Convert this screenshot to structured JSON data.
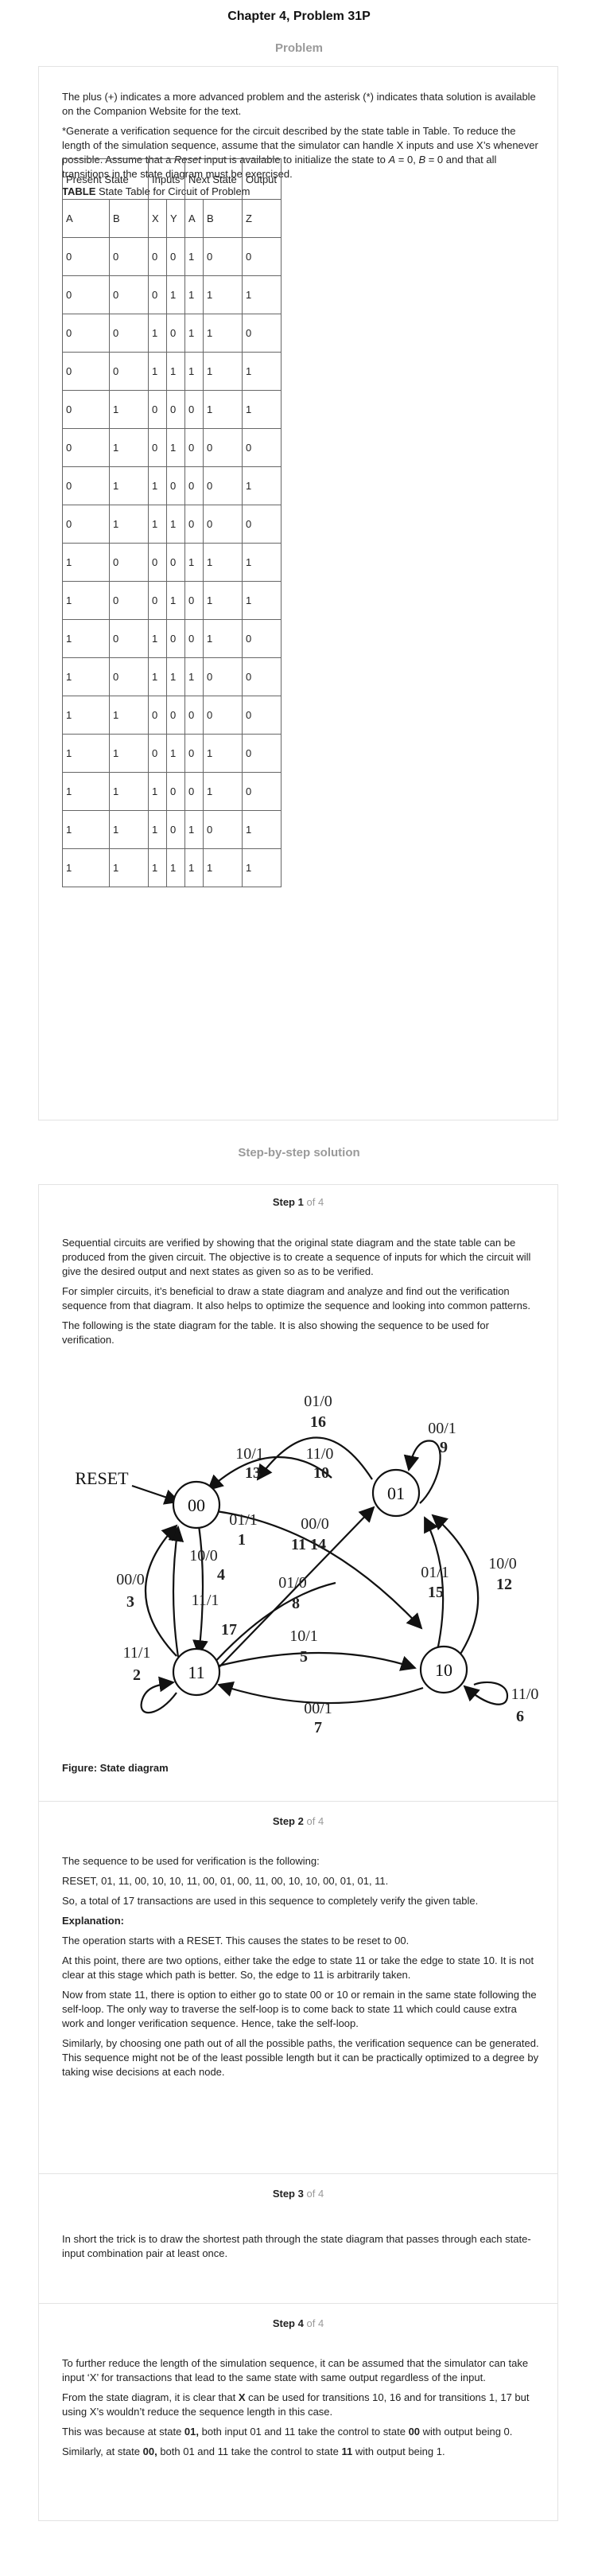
{
  "header": {
    "title": "Chapter 4, Problem 31P",
    "problem_label": "Problem"
  },
  "problem": {
    "intro": "The plus (+) indicates a more advanced problem and the asterisk (*) indicates thata solution is available on the Companion Website for the text.",
    "question_parts": [
      "*Generate a verification sequence for the circuit described by the state table in Table. To reduce the length of the simulation sequence, assume that the simulator can handle X inputs and use X’s whenever possible. Assume that a ",
      "Reset",
      " input is available to initialize the state to ",
      "A",
      " = 0, ",
      "B",
      " = 0 and that all transitions in the state diagram must be exercised."
    ],
    "table_caption_bold": "TABLE",
    "table_caption": " State Table for Circuit of Problem",
    "table_group_headers": [
      "Present State",
      "Inputs",
      "Next State",
      "Output"
    ],
    "table_columns": [
      "A",
      "B",
      "X",
      "Y",
      "A",
      "B",
      "Z"
    ],
    "table_rows": [
      [
        "0",
        "0",
        "0",
        "0",
        "1",
        "0",
        "0"
      ],
      [
        "0",
        "0",
        "0",
        "1",
        "1",
        "1",
        "1"
      ],
      [
        "0",
        "0",
        "1",
        "0",
        "1",
        "1",
        "0"
      ],
      [
        "0",
        "0",
        "1",
        "1",
        "1",
        "1",
        "1"
      ],
      [
        "0",
        "1",
        "0",
        "0",
        "0",
        "1",
        "1"
      ],
      [
        "0",
        "1",
        "0",
        "1",
        "0",
        "0",
        "0"
      ],
      [
        "0",
        "1",
        "1",
        "0",
        "0",
        "0",
        "1"
      ],
      [
        "0",
        "1",
        "1",
        "1",
        "0",
        "0",
        "0"
      ],
      [
        "1",
        "0",
        "0",
        "0",
        "1",
        "1",
        "1"
      ],
      [
        "1",
        "0",
        "0",
        "1",
        "0",
        "1",
        "1"
      ],
      [
        "1",
        "0",
        "1",
        "0",
        "0",
        "1",
        "0"
      ],
      [
        "1",
        "0",
        "1",
        "1",
        "1",
        "0",
        "0"
      ],
      [
        "1",
        "1",
        "0",
        "0",
        "0",
        "0",
        "0"
      ],
      [
        "1",
        "1",
        "0",
        "1",
        "0",
        "1",
        "0"
      ],
      [
        "1",
        "1",
        "1",
        "0",
        "0",
        "1",
        "0"
      ],
      [
        "1",
        "1",
        "1",
        "0",
        "1",
        "0",
        "1"
      ],
      [
        "1",
        "1",
        "1",
        "1",
        "1",
        "1",
        "1"
      ]
    ]
  },
  "solution": {
    "section_title": "Step-by-step solution",
    "step_word": "Step",
    "of_word": "of",
    "total_steps": "4",
    "step1": {
      "number": "1",
      "paragraphs": [
        "Sequential circuits are verified by showing that the original state diagram and the state table can be produced from the given circuit. The objective is to create a sequence of inputs for which the circuit will give the desired output and next states as given so as to be verified.",
        "For simpler circuits, it’s beneficial to draw a state diagram and analyze and find out the verification sequence from that diagram. It also helps to optimize the sequence and looking into common patterns.",
        "The following is the state diagram for the table. It is also showing the sequence to be used for verification."
      ],
      "diagram": {
        "reset_label": "RESET",
        "states": [
          "00",
          "01",
          "10",
          "11"
        ],
        "edge_labels": [
          {
            "io": "01/0",
            "seq": "16"
          },
          {
            "io": "10/1",
            "seq": "13"
          },
          {
            "io": "11/0",
            "seq": "10"
          },
          {
            "io": "00/1",
            "seq": "9"
          },
          {
            "io": "01/1",
            "seq": "1"
          },
          {
            "io": "00/0",
            "seq": "11 14"
          },
          {
            "io": "10/0",
            "seq": "4"
          },
          {
            "io": "01/0",
            "seq": "8"
          },
          {
            "io": "00/0",
            "seq": "3"
          },
          {
            "io": "11/1",
            "seq": "17"
          },
          {
            "io": "10/1",
            "seq": "5"
          },
          {
            "io": "01/1",
            "seq": "15"
          },
          {
            "io": "10/0",
            "seq": "12"
          },
          {
            "io": "11/1",
            "seq": "2"
          },
          {
            "io": "00/1",
            "seq": "7"
          },
          {
            "io": "11/0",
            "seq": "6"
          }
        ],
        "caption": "Figure: State diagram"
      }
    },
    "step2": {
      "number": "2",
      "p1": "The sequence to be used for verification is the following:",
      "p2": "RESET, 01, 11, 00, 10, 10, 11, 00, 01, 00, 11, 00, 10, 10, 00, 01, 01, 11.",
      "p3": "So, a total of 17 transactions are used in this sequence to completely verify the given table.",
      "explanation_label": "Explanation:",
      "p4": "The operation starts with a RESET. This causes the states to be reset to 00.",
      "p5": "At this point, there are two options, either take the edge to state 11 or take the edge to state 10. It is not clear at this stage which path is better. So, the edge to 11 is arbitrarily taken.",
      "p6": "Now from state 11, there is option to either go to state 00 or 10 or remain in the same state following the self-loop. The only way to traverse the self-loop is to come back to state 11 which could cause extra work and longer verification sequence. Hence, take the self-loop.",
      "p7": "Similarly, by choosing one path out of all the possible paths, the verification sequence can be generated. This sequence might not be of the least possible length but it can be practically optimized to a degree by taking wise decisions at each node."
    },
    "step3": {
      "number": "3",
      "p1": "In short the trick is to draw the shortest path through the state diagram that passes through each state-input combination pair at least once."
    },
    "step4": {
      "number": "4",
      "p1": "To further reduce the length of the simulation sequence, it can be assumed that the simulator can take input ‘X’ for transactions that lead to the same state with same output regardless of the input.",
      "p2_a": "From the state diagram, it is clear that ",
      "p2_b": "X",
      "p2_c": " can be used for transitions 10, 16 and for transitions 1, 17 but using X’s wouldn’t reduce the sequence length in this case.",
      "p3_a": "This was because at state ",
      "p3_b": "01,",
      "p3_c": " both input 01 and 11 take the control to state ",
      "p3_d": "00",
      "p3_e": " with output being 0.",
      "p4_a": "Similarly, at state ",
      "p4_b": "00,",
      "p4_c": " both 01 and 11 take the control to state ",
      "p4_d": "11",
      "p4_e": " with output being 1."
    }
  }
}
